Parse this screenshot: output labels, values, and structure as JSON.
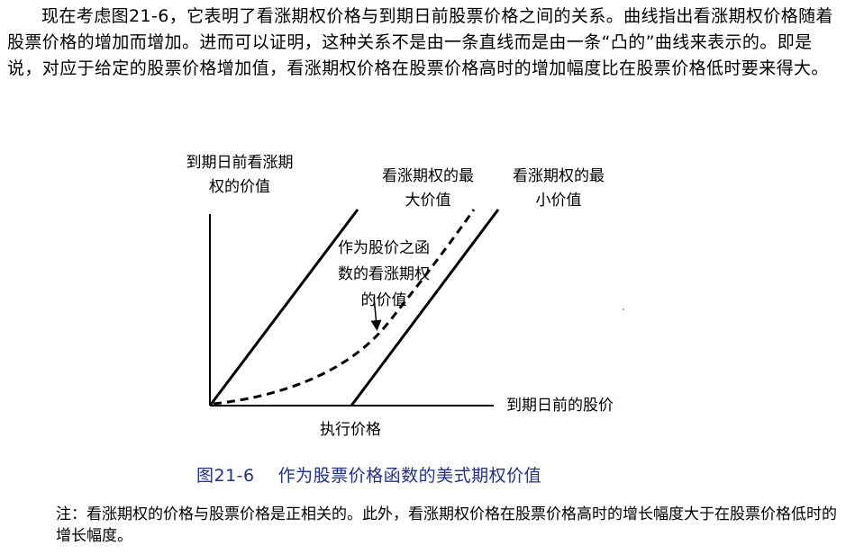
{
  "paragraph": "现在考虑图21-6，它表明了看涨期权价格与到期日前股票价格之间的关系。曲线指出看涨期权价格随着股票价格的增加而增加。进而可以证明，这种关系不是由一条直线而是由一条“凸的”曲线来表示的。即是说，对应于给定的股票价格增加值，看涨期权价格在股票价格高时的增加幅度比在股票价格低时要来得大。",
  "diagram": {
    "y_axis_label_line1": "到期日前看涨期",
    "y_axis_label_line2": "权的价值",
    "max_value_label_line1": "看涨期权的最",
    "max_value_label_line2": "大价值",
    "min_value_label_line1": "看涨期权的最",
    "min_value_label_line2": "小价值",
    "curve_label_line1": "作为股价之函",
    "curve_label_line2": "数的看涨期权",
    "curve_label_line3": "的价值",
    "x_axis_label": "到期日前的股价",
    "strike_label": "执行价格"
  },
  "caption": {
    "number": "图21-6",
    "title": "作为股票价格函数的美式期权价值"
  },
  "note": {
    "label": "注：",
    "text": "看涨期权的价格与股票价格是正相关的。此外，看涨期权价格在股票价格高时的增长幅度大于在股票价格低时的增长幅度。"
  }
}
